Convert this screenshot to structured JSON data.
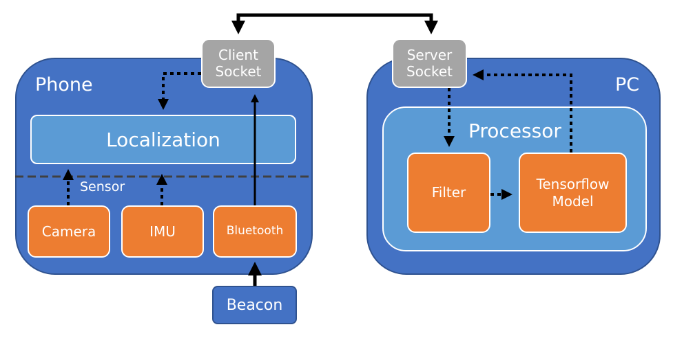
{
  "phone": {
    "label": "Phone"
  },
  "pc": {
    "label": "PC"
  },
  "client_socket": {
    "label": "Client\nSocket"
  },
  "server_socket": {
    "label": "Server\nSocket"
  },
  "localization": {
    "label": "Localization"
  },
  "sensor": {
    "label": "Sensor"
  },
  "camera": {
    "label": "Camera"
  },
  "imu": {
    "label": "IMU"
  },
  "bluetooth": {
    "label": "Bluetooth"
  },
  "beacon": {
    "label": "Beacon"
  },
  "processor": {
    "label": "Processor"
  },
  "filter": {
    "label": "Filter"
  },
  "tensorflow_model": {
    "label": "Tensorflow\nModel"
  },
  "colors": {
    "container_fill": "#4472C4",
    "inner_fill": "#5B9BD5",
    "component_fill": "#ED7D31",
    "socket_fill": "#A5A5A5",
    "line": "#000000",
    "sensor_divider": "#404040"
  }
}
